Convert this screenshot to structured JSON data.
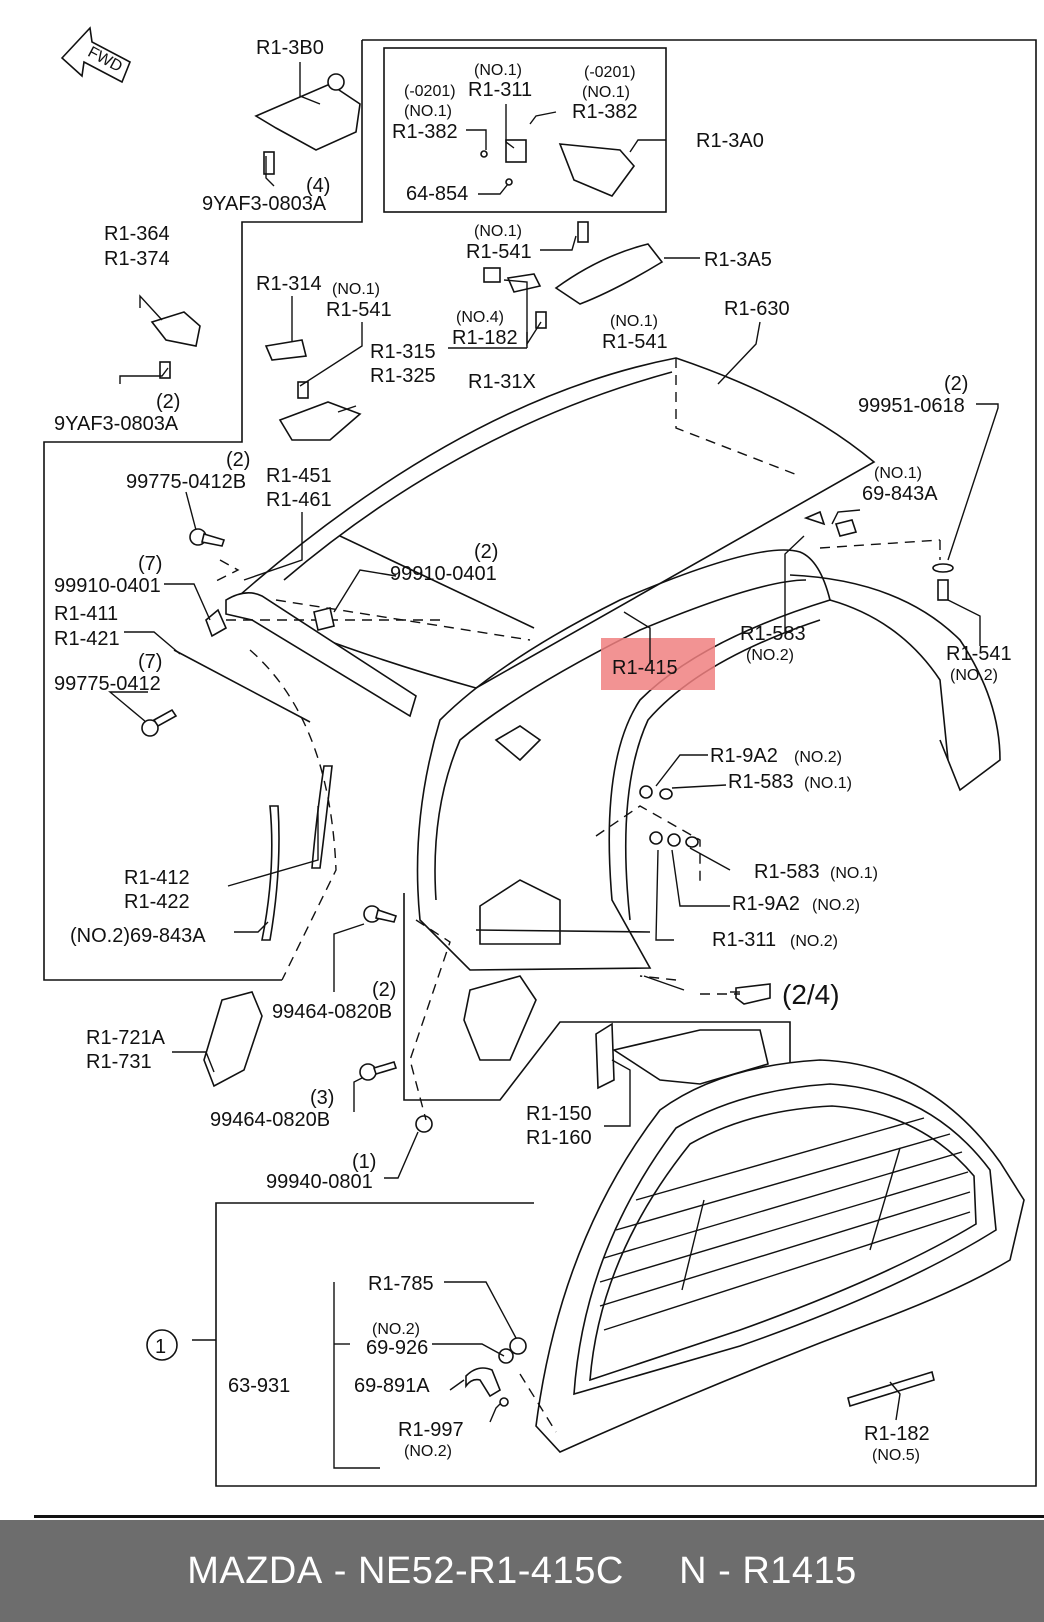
{
  "diagram": {
    "fwd_label": "FWD",
    "highlight_color": "#f08080",
    "highlight_part": "R1-415",
    "callout_circle": "1",
    "labels": {
      "r1_3b0": "R1-3B0",
      "p4": "(4)",
      "yaf3_a": "9YAF3-0803A",
      "no1_a": "(NO.1)",
      "r1_311_a": "R1-311",
      "t0201_a": "(-0201)",
      "no1_b": "(NO.1)",
      "r1_382_a": "R1-382",
      "t0201_b": "(-0201)",
      "no1_c": "(NO.1)",
      "r1_382_b": "R1-382",
      "r1_3a0": "R1-3A0",
      "s64_854": "64-854",
      "no1_d": "(NO.1)",
      "r1_541_a": "R1-541",
      "r1_3a5": "R1-3A5",
      "r1_364": "R1-364",
      "r1_374": "R1-374",
      "r1_314": "R1-314",
      "no1_e": "(NO.1)",
      "r1_541_b": "R1-541",
      "no4_a": "(NO.4)",
      "r1_182_a": "R1-182",
      "no1_f": "(NO.1)",
      "r1_541_c": "R1-541",
      "r1_630": "R1-630",
      "r1_315": "R1-315",
      "r1_325": "R1-325",
      "r1_31x": "R1-31X",
      "p2_a": "(2)",
      "yaf3_b": "9YAF3-0803A",
      "p2_b": "(2)",
      "s99951": "99951-0618",
      "p2_c": "(2)",
      "s99775_a": "99775-0412B",
      "r1_451": "R1-451",
      "r1_461": "R1-461",
      "no1_g": "(NO.1)",
      "s69_843a_a": "69-843A",
      "p2_d": "(2)",
      "s99910_a": "99910-0401",
      "p7_a": "(7)",
      "s99910_b": "99910-0401",
      "r1_411": "R1-411",
      "r1_421": "R1-421",
      "p7_b": "(7)",
      "s99775_b": "99775-0412",
      "r1_415": "R1-415",
      "r1_583_a": "R1-583",
      "no2_a": "(NO.2)",
      "r1_541_d": "R1-541",
      "no2_b": "(NO.2)",
      "r1_9a2_a": "R1-9A2",
      "no2_c": "(NO.2)",
      "r1_583_b": "R1-583",
      "no1_h": "(NO.1)",
      "r1_583_c": "R1-583",
      "no1_i": "(NO.1)",
      "r1_412": "R1-412",
      "r1_422": "R1-422",
      "r1_9a2_b": "R1-9A2",
      "no2_d": "(NO.2)",
      "no2_69": "(NO.2)69-843A",
      "r1_311_b": "R1-311",
      "no2_e": "(NO.2)",
      "p2_e": "(2)",
      "s99464_a": "99464-0820B",
      "page_ref": "(2/4)",
      "r1_721a": "R1-721A",
      "r1_731": "R1-731",
      "p3": "(3)",
      "s99464_b": "99464-0820B",
      "r1_150": "R1-150",
      "r1_160": "R1-160",
      "p1": "(1)",
      "s99940": "99940-0801",
      "r1_785": "R1-785",
      "no2_f": "(NO.2)",
      "s69_926": "69-926",
      "s63_931": "63-931",
      "s69_891a": "69-891A",
      "r1_997": "R1-997",
      "no2_g": "(NO.2)",
      "r1_182_b": "R1-182",
      "no5": "(NO.5)"
    }
  },
  "footer": {
    "brand": "MAZDA",
    "sep1": " - ",
    "part_number": "NE52-R1-415C",
    "gap": "     ",
    "variant": "N",
    "sep2": " - ",
    "code": "R1415"
  }
}
